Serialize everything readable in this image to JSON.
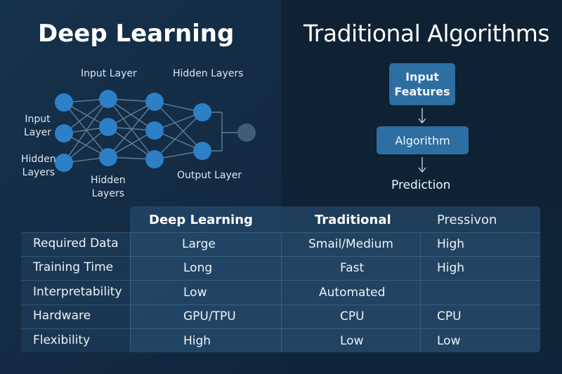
{
  "left": {
    "title": "Deep Learning",
    "labels": {
      "input_layer_top": "Input Layer",
      "hidden_layers_top": "Hidden Layers",
      "input_layer_side_1": "Input",
      "input_layer_side_2": "Layer",
      "hidden_layers_side_1": "Hidden",
      "hidden_layers_side_2": "Layers",
      "hidden_layers_bottom_1": "Hidden",
      "hidden_layers_bottom_2": "Layers",
      "output_layer": "Output Layer"
    }
  },
  "right": {
    "title": "Traditional Algorithms",
    "flow": {
      "input_line1": "Input",
      "input_line2": "Features",
      "algorithm": "Algorithm",
      "prediction": "Prediction"
    }
  },
  "table": {
    "headers": [
      "",
      "Deep Learning",
      "Traditional",
      "Pressivon"
    ],
    "rows": [
      [
        "Required Data",
        "Large",
        "Smail/Medium",
        "High"
      ],
      [
        "Training Time",
        "Long",
        "Fast",
        "High"
      ],
      [
        "Interpretability",
        "Low",
        "Automated",
        ""
      ],
      [
        "Hardware",
        "GPU/TPU",
        "CPU",
        "CPU"
      ],
      [
        "Flexibility",
        "High",
        "Low",
        "Low"
      ]
    ]
  },
  "colors": {
    "node": "#2d7fc6",
    "output_node": "#3f5e73",
    "edge": "#5f7f98",
    "box": "#2d6ea3"
  }
}
